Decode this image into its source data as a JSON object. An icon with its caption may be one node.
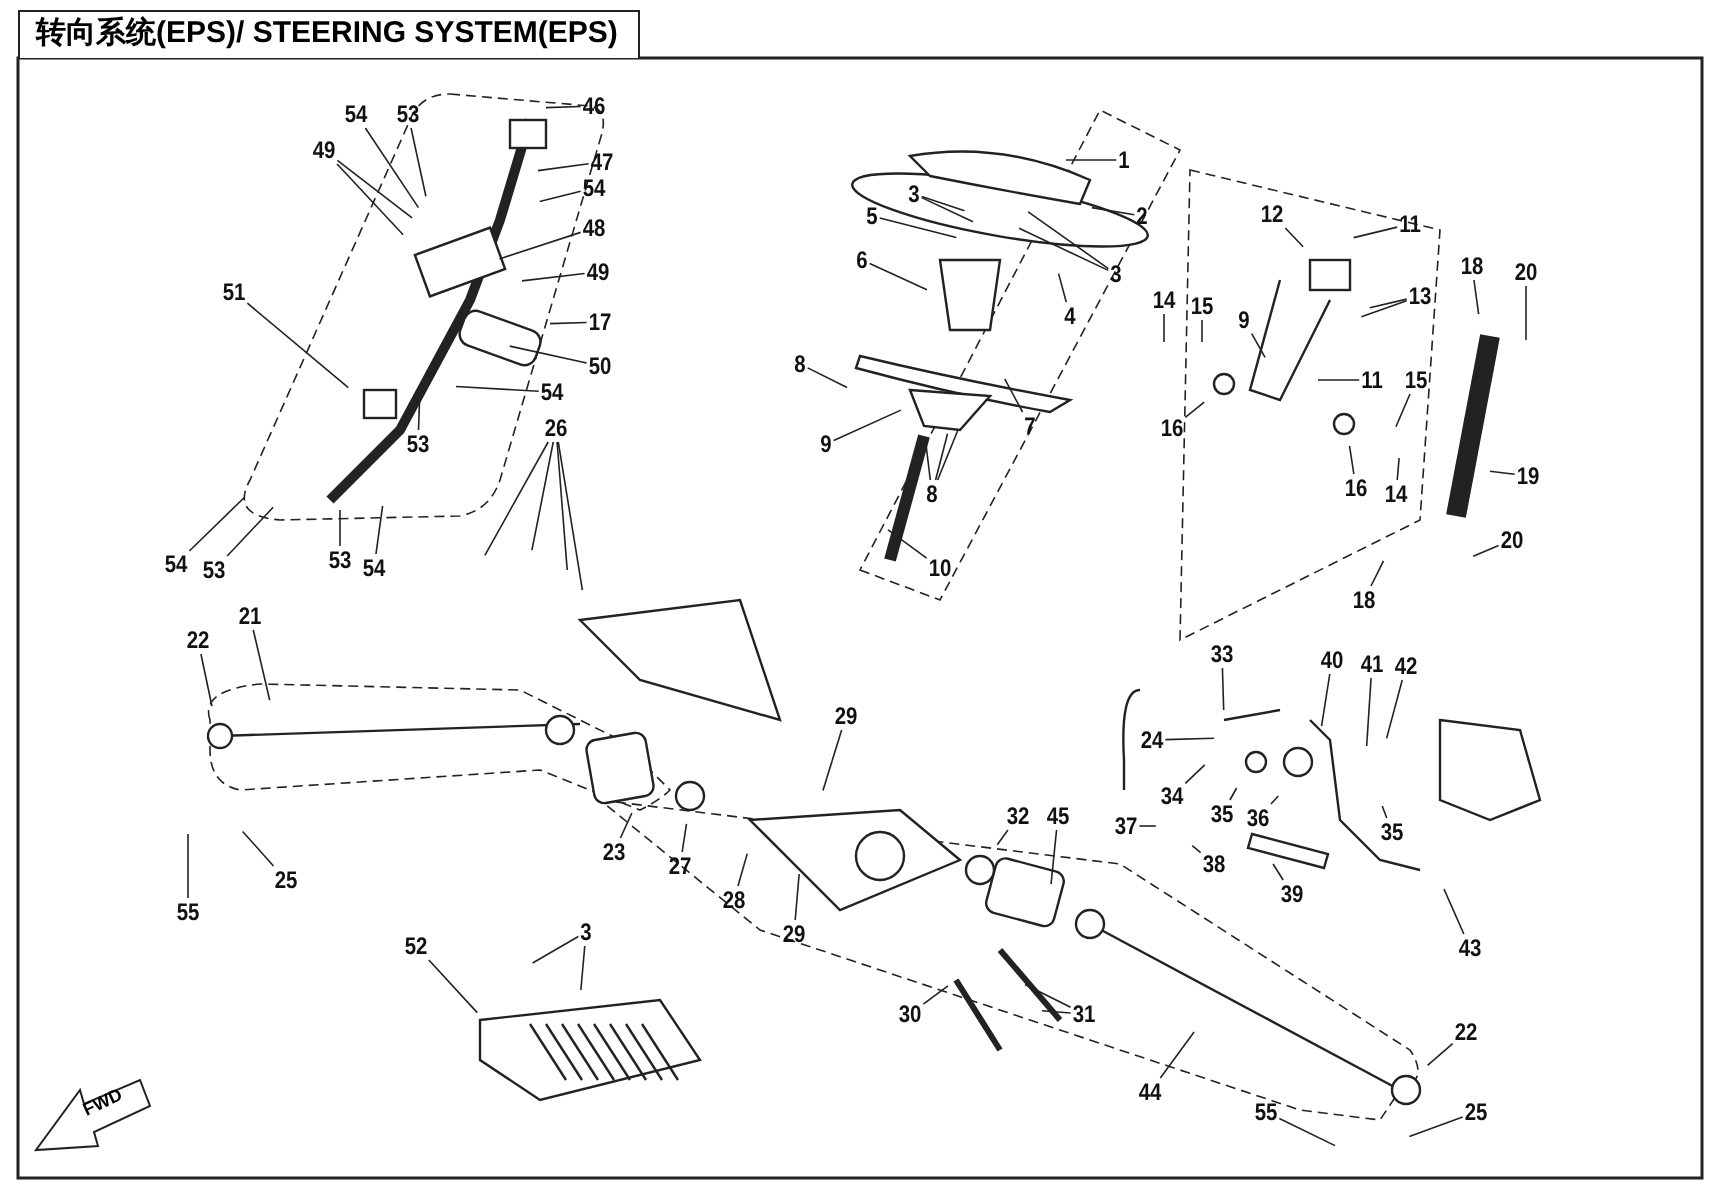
{
  "diagram": {
    "title": "转向系统(EPS)/ STEERING SYSTEM(EPS)",
    "nodes": [
      {
        "text": [
          "1"
        ]
      },
      {
        "text": [
          "2"
        ]
      },
      {
        "text": [
          "3"
        ]
      },
      {
        "text": [
          "3"
        ]
      },
      {
        "text": [
          "4"
        ]
      },
      {
        "text": [
          "5"
        ]
      },
      {
        "text": [
          "6"
        ]
      },
      {
        "text": [
          "7"
        ]
      },
      {
        "text": [
          "8"
        ]
      },
      {
        "text": [
          "9"
        ]
      },
      {
        "text": [
          "8"
        ]
      },
      {
        "text": [
          "10"
        ]
      },
      {
        "text": [
          "11"
        ]
      },
      {
        "text": [
          "12"
        ]
      },
      {
        "text": [
          "13"
        ]
      },
      {
        "text": [
          "14"
        ]
      },
      {
        "text": [
          "15"
        ]
      },
      {
        "text": [
          "9"
        ]
      },
      {
        "text": [
          "11"
        ]
      },
      {
        "text": [
          "16"
        ]
      },
      {
        "text": [
          "15"
        ]
      },
      {
        "text": [
          "16"
        ]
      },
      {
        "text": [
          "14"
        ]
      },
      {
        "text": [
          "18"
        ]
      },
      {
        "text": [
          "20"
        ]
      },
      {
        "text": [
          "19"
        ]
      },
      {
        "text": [
          "20"
        ]
      },
      {
        "text": [
          "18"
        ]
      },
      {
        "text": [
          "46"
        ]
      },
      {
        "text": [
          "47"
        ]
      },
      {
        "text": [
          "54"
        ]
      },
      {
        "text": [
          "48"
        ]
      },
      {
        "text": [
          "49"
        ]
      },
      {
        "text": [
          "17"
        ]
      },
      {
        "text": [
          "50"
        ]
      },
      {
        "text": [
          "54"
        ]
      },
      {
        "text": [
          "53"
        ]
      },
      {
        "text": [
          "51"
        ]
      },
      {
        "text": [
          "54"
        ]
      },
      {
        "text": [
          "53"
        ]
      },
      {
        "text": [
          "49"
        ]
      },
      {
        "text": [
          "54"
        ]
      },
      {
        "text": [
          "53"
        ]
      },
      {
        "text": [
          "53"
        ]
      },
      {
        "text": [
          "54"
        ]
      },
      {
        "text": [
          "26"
        ]
      },
      {
        "text": [
          "22"
        ]
      },
      {
        "text": [
          "21"
        ]
      },
      {
        "text": [
          "55"
        ]
      },
      {
        "text": [
          "25"
        ]
      },
      {
        "text": [
          "23"
        ]
      },
      {
        "text": [
          "27"
        ]
      },
      {
        "text": [
          "28"
        ]
      },
      {
        "text": [
          "29"
        ]
      },
      {
        "text": [
          "29"
        ]
      },
      {
        "text": [
          "30"
        ]
      },
      {
        "text": [
          "31"
        ]
      },
      {
        "text": [
          "32"
        ]
      },
      {
        "text": [
          "45"
        ]
      },
      {
        "text": [
          "33"
        ]
      },
      {
        "text": [
          "24"
        ]
      },
      {
        "text": [
          "34"
        ]
      },
      {
        "text": [
          "35"
        ]
      },
      {
        "text": [
          "36"
        ]
      },
      {
        "text": [
          "37"
        ]
      },
      {
        "text": [
          "38"
        ]
      },
      {
        "text": [
          "39"
        ]
      },
      {
        "text": [
          "40"
        ]
      },
      {
        "text": [
          "41"
        ]
      },
      {
        "text": [
          "42"
        ]
      },
      {
        "text": [
          "35"
        ]
      },
      {
        "text": [
          "43"
        ]
      },
      {
        "text": [
          "44"
        ]
      },
      {
        "text": [
          "22"
        ]
      },
      {
        "text": [
          "55"
        ]
      },
      {
        "text": [
          "25"
        ]
      },
      {
        "text": [
          "52"
        ]
      },
      {
        "text": [
          "3"
        ]
      }
    ],
    "edges": [
      {
        "from": 0,
        "to": null,
        "arrow": "none"
      },
      {
        "from": 1,
        "to": null,
        "arrow": "none"
      },
      {
        "from": 2,
        "to": null,
        "arrow": "none"
      },
      {
        "from": 2,
        "to": null,
        "arrow": "none"
      },
      {
        "from": 3,
        "to": null,
        "arrow": "none"
      },
      {
        "from": 3,
        "to": null,
        "arrow": "none"
      },
      {
        "from": 4,
        "to": null,
        "arrow": "none"
      },
      {
        "from": 5,
        "to": null,
        "arrow": "none"
      },
      {
        "from": 6,
        "to": null,
        "arrow": "none"
      },
      {
        "from": 7,
        "to": null,
        "arrow": "none"
      },
      {
        "from": 8,
        "to": null,
        "arrow": "none"
      },
      {
        "from": 9,
        "to": null,
        "arrow": "none"
      },
      {
        "from": 10,
        "to": null,
        "arrow": "none"
      },
      {
        "from": 10,
        "to": null,
        "arrow": "none"
      },
      {
        "from": 10,
        "to": null,
        "arrow": "none"
      },
      {
        "from": 11,
        "to": null,
        "arrow": "none"
      },
      {
        "from": 12,
        "to": null,
        "arrow": "none"
      },
      {
        "from": 13,
        "to": null,
        "arrow": "none"
      },
      {
        "from": 14,
        "to": null,
        "arrow": "none"
      },
      {
        "from": 14,
        "to": null,
        "arrow": "none"
      },
      {
        "from": 15,
        "to": null,
        "arrow": "none"
      },
      {
        "from": 16,
        "to": null,
        "arrow": "none"
      },
      {
        "from": 17,
        "to": null,
        "arrow": "none"
      },
      {
        "from": 18,
        "to": null,
        "arrow": "none"
      },
      {
        "from": 19,
        "to": null,
        "arrow": "none"
      },
      {
        "from": 20,
        "to": null,
        "arrow": "none"
      },
      {
        "from": 21,
        "to": null,
        "arrow": "none"
      },
      {
        "from": 22,
        "to": null,
        "arrow": "none"
      },
      {
        "from": 23,
        "to": null,
        "arrow": "none"
      },
      {
        "from": 24,
        "to": null,
        "arrow": "none"
      },
      {
        "from": 25,
        "to": null,
        "arrow": "none"
      },
      {
        "from": 26,
        "to": null,
        "arrow": "none"
      },
      {
        "from": 27,
        "to": null,
        "arrow": "none"
      },
      {
        "from": 28,
        "to": null,
        "arrow": "none"
      },
      {
        "from": 29,
        "to": null,
        "arrow": "none"
      },
      {
        "from": 30,
        "to": null,
        "arrow": "none"
      },
      {
        "from": 31,
        "to": null,
        "arrow": "none"
      },
      {
        "from": 32,
        "to": null,
        "arrow": "none"
      },
      {
        "from": 33,
        "to": null,
        "arrow": "none"
      },
      {
        "from": 34,
        "to": null,
        "arrow": "none"
      },
      {
        "from": 35,
        "to": null,
        "arrow": "none"
      },
      {
        "from": 36,
        "to": null,
        "arrow": "none"
      },
      {
        "from": 37,
        "to": null,
        "arrow": "none"
      },
      {
        "from": 38,
        "to": null,
        "arrow": "none"
      },
      {
        "from": 39,
        "to": null,
        "arrow": "none"
      },
      {
        "from": 40,
        "to": null,
        "arrow": "none"
      },
      {
        "from": 40,
        "to": null,
        "arrow": "none"
      },
      {
        "from": 41,
        "to": null,
        "arrow": "none"
      },
      {
        "from": 42,
        "to": null,
        "arrow": "none"
      },
      {
        "from": 43,
        "to": null,
        "arrow": "none"
      },
      {
        "from": 44,
        "to": null,
        "arrow": "none"
      },
      {
        "from": 45,
        "to": null,
        "arrow": "none"
      },
      {
        "from": 45,
        "to": null,
        "arrow": "none"
      },
      {
        "from": 45,
        "to": null,
        "arrow": "none"
      },
      {
        "from": 45,
        "to": null,
        "arrow": "none"
      },
      {
        "from": 46,
        "to": null,
        "arrow": "none"
      },
      {
        "from": 47,
        "to": null,
        "arrow": "none"
      },
      {
        "from": 48,
        "to": null,
        "arrow": "none"
      },
      {
        "from": 49,
        "to": null,
        "arrow": "none"
      },
      {
        "from": 50,
        "to": null,
        "arrow": "none"
      },
      {
        "from": 51,
        "to": null,
        "arrow": "none"
      },
      {
        "from": 52,
        "to": null,
        "arrow": "none"
      },
      {
        "from": 53,
        "to": null,
        "arrow": "none"
      },
      {
        "from": 54,
        "to": null,
        "arrow": "none"
      },
      {
        "from": 55,
        "to": null,
        "arrow": "none"
      },
      {
        "from": 56,
        "to": null,
        "arrow": "none"
      },
      {
        "from": 56,
        "to": null,
        "arrow": "none"
      },
      {
        "from": 57,
        "to": null,
        "arrow": "none"
      },
      {
        "from": 58,
        "to": null,
        "arrow": "none"
      },
      {
        "from": 59,
        "to": null,
        "arrow": "none"
      },
      {
        "from": 60,
        "to": null,
        "arrow": "none"
      },
      {
        "from": 61,
        "to": null,
        "arrow": "none"
      },
      {
        "from": 62,
        "to": null,
        "arrow": "none"
      },
      {
        "from": 63,
        "to": null,
        "arrow": "none"
      },
      {
        "from": 64,
        "to": null,
        "arrow": "none"
      },
      {
        "from": 65,
        "to": null,
        "arrow": "none"
      },
      {
        "from": 66,
        "to": null,
        "arrow": "none"
      },
      {
        "from": 67,
        "to": null,
        "arrow": "none"
      },
      {
        "from": 68,
        "to": null,
        "arrow": "none"
      },
      {
        "from": 69,
        "to": null,
        "arrow": "none"
      },
      {
        "from": 70,
        "to": null,
        "arrow": "none"
      },
      {
        "from": 71,
        "to": null,
        "arrow": "none"
      },
      {
        "from": 72,
        "to": null,
        "arrow": "none"
      },
      {
        "from": 73,
        "to": null,
        "arrow": "none"
      },
      {
        "from": 74,
        "to": null,
        "arrow": "none"
      },
      {
        "from": 75,
        "to": null,
        "arrow": "none"
      },
      {
        "from": 76,
        "to": null,
        "arrow": "none"
      },
      {
        "from": 77,
        "to": null,
        "arrow": "none"
      },
      {
        "from": 77,
        "to": null,
        "arrow": "none"
      }
    ],
    "labels": [
      "FWD"
    ]
  }
}
